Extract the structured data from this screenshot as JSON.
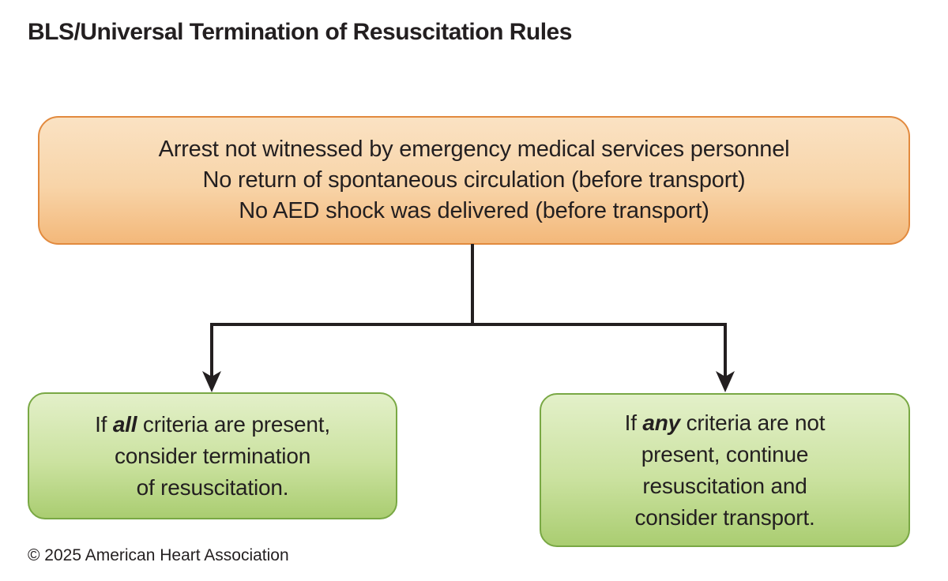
{
  "page": {
    "title": "BLS/Universal Termination of Resuscitation Rules"
  },
  "colors": {
    "criteria_box_border": "#E28A3E",
    "criteria_box_fill_top": "#FAE2C3",
    "criteria_box_fill_bottom": "#F3B87A",
    "outcome_box_border": "#79A844",
    "outcome_box_fill_top": "#E3F0C9",
    "outcome_box_fill_bottom": "#AACD71",
    "connector_line": "#231F20",
    "text": "#231F20",
    "background": "#FFFFFF"
  },
  "flowchart": {
    "criteria_box": {
      "lines": [
        "Arrest not witnessed by emergency medical services personnel",
        "No return of spontaneous circulation (before transport)",
        "No AED shock was delivered (before transport)"
      ]
    },
    "outcomes": {
      "all_present": {
        "prefix": "If ",
        "keyword": "all",
        "line1_rest": " criteria are present,",
        "line2": "consider termination",
        "line3": "of resuscitation."
      },
      "any_not_present": {
        "prefix": "If ",
        "keyword": "any",
        "line1_rest": " criteria are not",
        "line2": "present, continue",
        "line3": "resuscitation and",
        "line4": "consider transport."
      }
    }
  },
  "footer": {
    "copyright": "© 2025 American Heart Association"
  }
}
